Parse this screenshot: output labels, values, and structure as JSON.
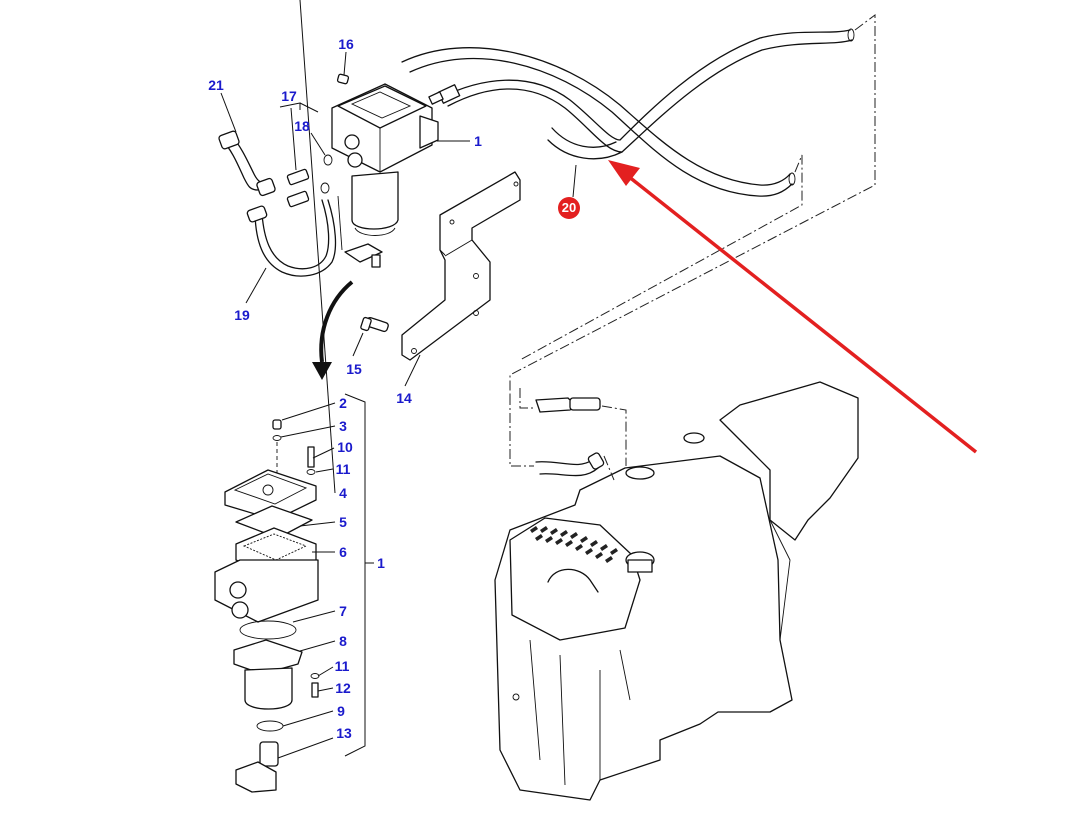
{
  "diagram": {
    "title": "Fuel filter and fuel tank exploded parts view",
    "label_color": "#1a1acc",
    "highlight_color": "#e32020",
    "highlighted_part": "20",
    "callouts": [
      {
        "id": "c1-top",
        "text": "1"
      },
      {
        "id": "c1-kit",
        "text": "1"
      },
      {
        "id": "c2",
        "text": "2"
      },
      {
        "id": "c3",
        "text": "3"
      },
      {
        "id": "c4",
        "text": "4"
      },
      {
        "id": "c5",
        "text": "5"
      },
      {
        "id": "c6",
        "text": "6"
      },
      {
        "id": "c7",
        "text": "7"
      },
      {
        "id": "c8",
        "text": "8"
      },
      {
        "id": "c9",
        "text": "9"
      },
      {
        "id": "c10",
        "text": "10"
      },
      {
        "id": "c11a",
        "text": "11"
      },
      {
        "id": "c11b",
        "text": "11"
      },
      {
        "id": "c12",
        "text": "12"
      },
      {
        "id": "c13",
        "text": "13"
      },
      {
        "id": "c14",
        "text": "14"
      },
      {
        "id": "c15",
        "text": "15"
      },
      {
        "id": "c16",
        "text": "16"
      },
      {
        "id": "c17",
        "text": "17"
      },
      {
        "id": "c18",
        "text": "18"
      },
      {
        "id": "c19",
        "text": "19"
      },
      {
        "id": "c20",
        "text": "20"
      },
      {
        "id": "c21",
        "text": "21"
      }
    ],
    "parts": {
      "fuel_filter_assembly": "1",
      "bracket": "14",
      "bolt": "15",
      "fuel_pipe": "20",
      "hose": "19",
      "fitting": "21"
    }
  }
}
